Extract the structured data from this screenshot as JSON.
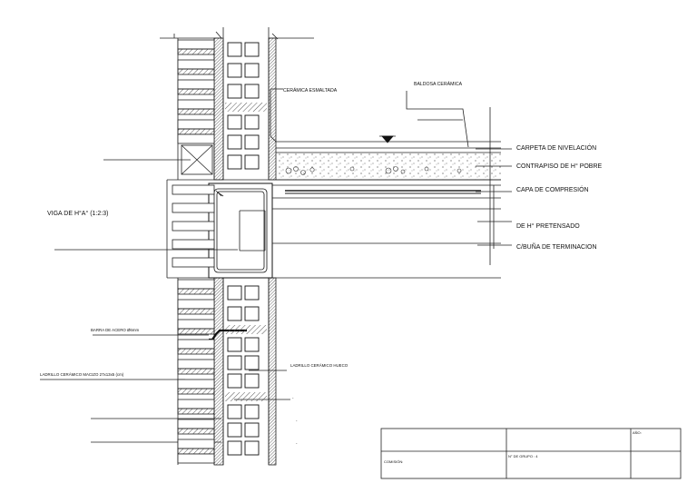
{
  "labels": {
    "ceramica_esmaltada": "CERÁMICA ESMALTADA",
    "baldosa_ceramica": "BALDOSA CERÁMICA",
    "carpeta_nivelacion": "CARPETA DE NIVELACIÓN",
    "contrapiso": "CONTRAPISO DE H° POBRE",
    "capa_compresion": "CAPA DE COMPRESIÓN",
    "viga_ha": "VIGA DE H°A° (1:2:3)",
    "de_h_pretensado": "DE H° PRETENSADO",
    "c_buna": "C/BUÑA DE TERMINACION",
    "barra_acero": "BARRA DE ACERO Ø6mm",
    "ladrillo_macizo": "LADRILLO CERÁMICO MACIZO 27x13x5 (cm)",
    "ladrillo_hueco": "LADRILLO CERÁMICO HUECO",
    "dash1": "-",
    "dash2": "-",
    "dash3": "-"
  },
  "title_block": {
    "ano": "AÑO:",
    "comision": "COMISIÓN:",
    "grupo": "N° DE GRUPO : 4"
  }
}
